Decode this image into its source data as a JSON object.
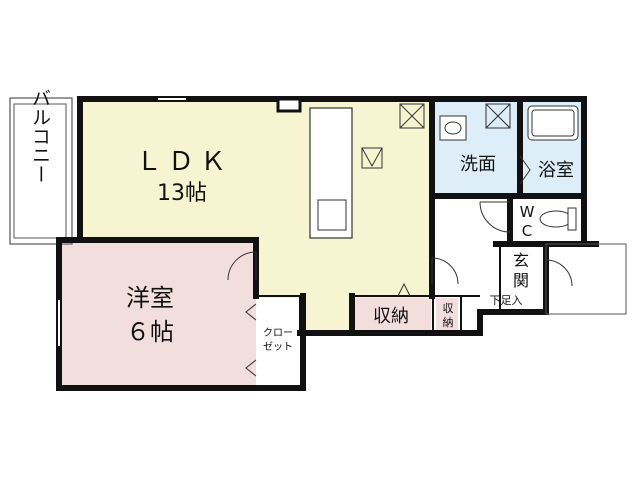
{
  "rooms": {
    "balcony": "バルコニー",
    "ldk_name": "ＬＤＫ",
    "ldk_size": "13帖",
    "western_name": "洋室",
    "western_size": "６帖",
    "closet_line1": "クロー",
    "closet_line2": "ゼット",
    "storage": "収納",
    "storage_small_1": "収",
    "storage_small_2": "納",
    "washroom": "洗面",
    "bathroom": "浴室",
    "wc_1": "W",
    "wc_2": "C",
    "entrance_1": "玄",
    "entrance_2": "関",
    "shoe_entry": "下足入"
  },
  "colors": {
    "wall": "#111111",
    "ldk_fill": "#f7f4d2",
    "western_fill": "#f3dede",
    "storage_fill": "#f3dede",
    "wet_fill": "#ddeef8",
    "plain_fill": "#ffffff"
  }
}
